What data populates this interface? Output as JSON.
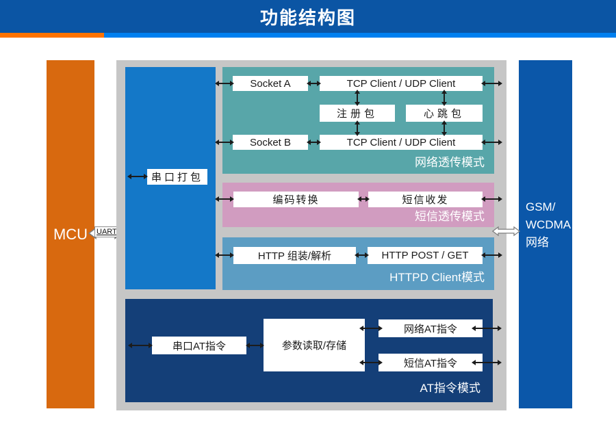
{
  "title": "功能结构图",
  "left": {
    "mcu_label": "MCU",
    "uart_label": "UART"
  },
  "right": {
    "gsm_line1": "GSM/",
    "gsm_line2": "WCDMA",
    "gsm_line3": "网络"
  },
  "serial_pack_label": "串口打包",
  "network_mode": {
    "label": "网络透传模式",
    "socket_a": "Socket A",
    "tcp_udp_a": "TCP Client / UDP Client",
    "register_packet": "注册包",
    "heartbeat_packet": "心跳包",
    "socket_b": "Socket B",
    "tcp_udp_b": "TCP Client / UDP Client"
  },
  "sms_mode": {
    "label": "短信透传模式",
    "encoding_convert": "编码转换",
    "sms_send_receive": "短信收发"
  },
  "httpd_mode": {
    "label": "HTTPD Client模式",
    "http_assemble_parse": "HTTP 组装/解析",
    "http_post_get": "HTTP POST / GET"
  },
  "at_mode": {
    "label": "AT指令模式",
    "serial_at": "串口AT指令",
    "param_rw": "参数读取/存储",
    "network_at": "网络AT指令",
    "sms_at": "短信AT指令"
  },
  "colors": {
    "header_blue": "#0B55A4",
    "strip_orange": "#FF7300",
    "strip_blue": "#0080F0",
    "mcu_orange": "#D8690F",
    "panel_gray": "#C6C6C6",
    "serial_column_blue": "#1478C8",
    "network_mode_teal": "#58A6A9",
    "sms_mode_pink": "#D19CC0",
    "httpd_mode_blue": "#5C9DC3",
    "at_mode_navy": "#143F78",
    "gsm_bar_blue": "#0B57A9"
  }
}
